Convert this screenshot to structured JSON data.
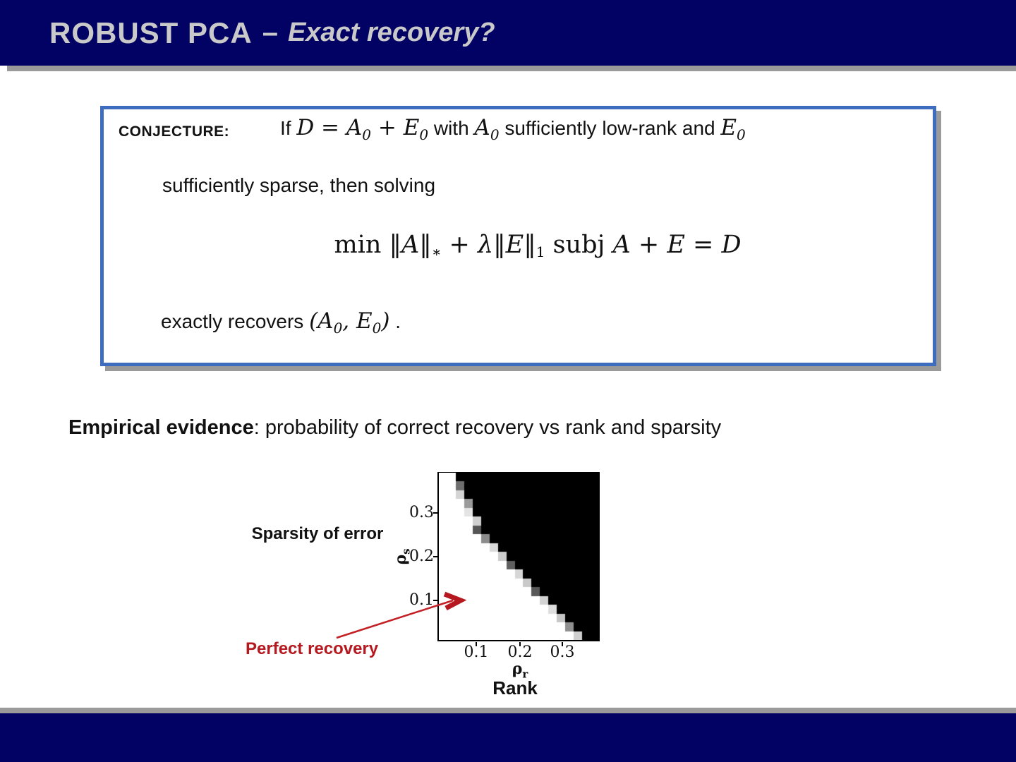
{
  "colors": {
    "navy": "#020264",
    "title_gray": "#c9c9c9",
    "shadow_gray": "#9a9a9a",
    "box_blue": "#3e6dbf",
    "red": "#b5191f",
    "arrow_red": "#c32026"
  },
  "header": {
    "title_main": "ROBUST PCA",
    "title_dash": "–",
    "title_sub": "Exact recovery?"
  },
  "conjecture": {
    "label": "CONJECTURE:",
    "line1": [
      {
        "t": "If "
      },
      {
        "t": "D = A"
      },
      {
        "t": "0"
      },
      {
        "t": " + E"
      },
      {
        "t": "0"
      },
      {
        "t": "  with "
      },
      {
        "t": "A"
      },
      {
        "t": "0"
      },
      {
        "t": "  sufficiently low-rank and "
      },
      {
        "t": "E"
      },
      {
        "t": "0"
      }
    ],
    "line2": "sufficiently sparse, then solving",
    "formula": [
      {
        "t": "min  "
      },
      {
        "t": "‖A‖"
      },
      {
        "t": "∗"
      },
      {
        "t": " + "
      },
      {
        "t": "λ‖E‖"
      },
      {
        "t": "1"
      },
      {
        "t": "   subj   "
      },
      {
        "t": "A + E = D"
      }
    ],
    "line4": [
      {
        "t": "exactly recovers "
      },
      {
        "t": "(A"
      },
      {
        "t": "0"
      },
      {
        "t": ", E"
      },
      {
        "t": "0"
      },
      {
        "t": ")"
      },
      {
        "t": " ."
      }
    ]
  },
  "evidence": {
    "bold": "Empirical evidence",
    "rest": ": probability of correct recovery vs rank and sparsity"
  },
  "figure": {
    "sparsity_label": "Sparsity of error",
    "perfect_recovery_label": "Perfect recovery",
    "rank_label": "Rank",
    "rho_r": "ρ",
    "rho_r_sub": "r",
    "rho_s": "ρ",
    "rho_s_sub": "s",
    "x_tick_labels": [
      "0.1",
      "0.2",
      "0.3"
    ],
    "y_tick_labels": [
      "0.3",
      "0.2",
      "0.1"
    ]
  },
  "chart_data": {
    "type": "heatmap",
    "title": "Phase transition: probability of correct recovery vs rank and sparsity",
    "xlabel": "ρ_r (Rank)",
    "ylabel": "ρ_s (Sparsity of error)",
    "x_ticks": [
      0.1,
      0.2,
      0.3
    ],
    "y_ticks": [
      0.1,
      0.2,
      0.3
    ],
    "x_range": [
      0,
      0.4
    ],
    "y_range": [
      0,
      0.4
    ],
    "value_meaning": "white = perfect recovery (probability 1, lower-left region), black = failure (probability 0, upper-right region), gray = transition cells on the boundary",
    "grid": {
      "cols": 19,
      "rows": 19,
      "row_order": "top-to-bottom (high sparsity to low sparsity)",
      "rows_spec": [
        {
          "black_start": 2,
          "gray_col": null,
          "gray_color": null
        },
        {
          "black_start": 3,
          "gray_col": 2,
          "gray_color": "#6e6e6e"
        },
        {
          "black_start": 3,
          "gray_col": 2,
          "gray_color": "#d4d4d4"
        },
        {
          "black_start": 4,
          "gray_col": 3,
          "gray_color": "#9a9a9a"
        },
        {
          "black_start": 4,
          "gray_col": 3,
          "gray_color": "#e4e4e4"
        },
        {
          "black_start": 5,
          "gray_col": 4,
          "gray_color": "#cfcfcf"
        },
        {
          "black_start": 5,
          "gray_col": 4,
          "gray_color": "#555555"
        },
        {
          "black_start": 6,
          "gray_col": 5,
          "gray_color": "#8c8c8c"
        },
        {
          "black_start": 7,
          "gray_col": 6,
          "gray_color": "#d9d9d9"
        },
        {
          "black_start": 8,
          "gray_col": 7,
          "gray_color": "#cccccc"
        },
        {
          "black_start": 9,
          "gray_col": 8,
          "gray_color": "#5f5f5f"
        },
        {
          "black_start": 10,
          "gray_col": 9,
          "gray_color": "#d6d6d6"
        },
        {
          "black_start": 11,
          "gray_col": 10,
          "gray_color": "#c9c9c9"
        },
        {
          "black_start": 12,
          "gray_col": 11,
          "gray_color": "#585858"
        },
        {
          "black_start": 13,
          "gray_col": 12,
          "gray_color": "#d2d2d2"
        },
        {
          "black_start": 14,
          "gray_col": 13,
          "gray_color": "#dedede"
        },
        {
          "black_start": 15,
          "gray_col": 14,
          "gray_color": "#c6c6c6"
        },
        {
          "black_start": 16,
          "gray_col": 15,
          "gray_color": "#8f8f8f"
        },
        {
          "black_start": 17,
          "gray_col": 16,
          "gray_color": "#cfcfcf"
        }
      ]
    },
    "annotations": [
      {
        "text": "Perfect recovery",
        "color": "#b5191f",
        "points_to": "white lower-left region near (ρ_r≈0.05, ρ_s≈0.1)"
      }
    ],
    "legend": "none"
  }
}
